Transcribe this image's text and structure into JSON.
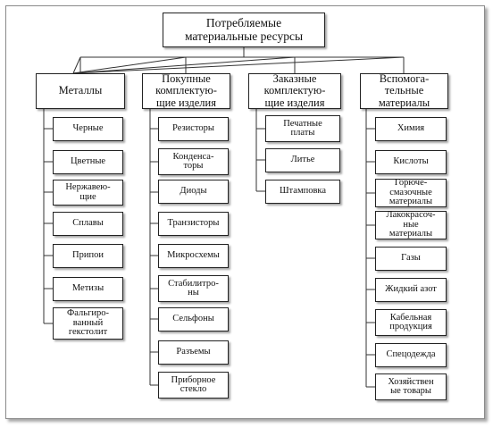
{
  "root": {
    "label": "Потребляемые\nматериальные ресурсы"
  },
  "columns": [
    {
      "label": "Металлы",
      "items": [
        "Черные",
        "Цветные",
        "Нержавею-\nщие",
        "Сплавы",
        "Припои",
        "Метизы",
        "Фальгиро-\nванный\nгекстолит"
      ]
    },
    {
      "label": "Покупные\nкомплектую-\nщие изделия",
      "items": [
        "Резисторы",
        "Конденса-\nторы",
        "Диоды",
        "Транзисторы",
        "Микросхемы",
        "Стабилитро-\nны",
        "Сельфоны",
        "Разъемы",
        "Приборное\nстекло"
      ]
    },
    {
      "label": "Заказные\nкомплектую-\nщие изделия",
      "items": [
        "Печатные\nплаты",
        "Литье",
        "Штамповка"
      ]
    },
    {
      "label": "Вспомога-\nтельные\nматериалы",
      "items": [
        "Химия",
        "Кислоты",
        "Горюче-\nсмазочные\nматериалы",
        "Лакокрасоч-\nные\nматериалы",
        "Газы",
        "Жидкий азот",
        "Кабельная\nпродукция",
        "Спецодежда",
        "Хозяйствен\nые товары"
      ]
    }
  ]
}
